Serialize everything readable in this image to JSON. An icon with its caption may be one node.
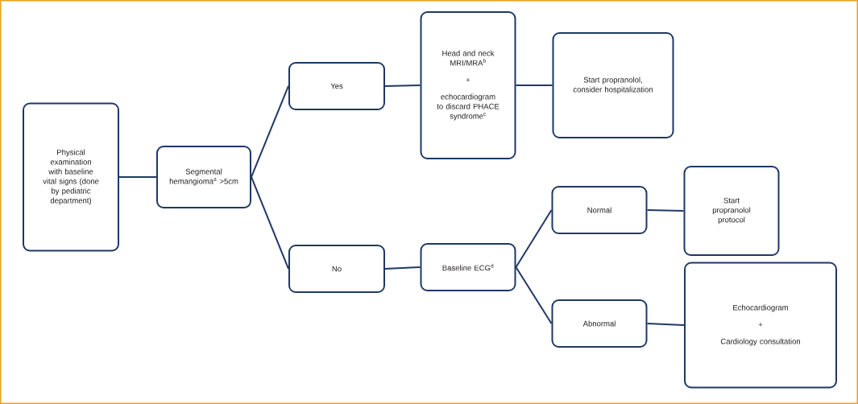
{
  "diagram": {
    "nodes": [
      {
        "text": [
          "Physical examination with baseline vital signs (done by pediatric department)"
        ]
      },
      {
        "text": [
          "Segmental hemangioma$^{a}$ >5cm"
        ]
      },
      {
        "text": [
          "Yes"
        ]
      },
      {
        "text": [
          "No"
        ]
      },
      {
        "text": [
          "Head and neck MRI/MRA$^{b}$",
          "+",
          "echocardiogram to discard PHACE syndrome$^{c}$"
        ]
      },
      {
        "text": [
          "Start propranolol, consider hospitalization"
        ]
      },
      {
        "text": [
          "Baseline ECG$^{d}$"
        ]
      },
      {
        "text": [
          "Normal"
        ]
      },
      {
        "text": [
          "Start propranolol protocol"
        ]
      },
      {
        "text": [
          "Abnormal"
        ]
      },
      {
        "text": [
          "Echocardiogram",
          "+",
          "Cardiology consultation"
        ]
      }
    ],
    "edges": [
      {
        "from": 0,
        "to": 1,
        "arrow": "none"
      },
      {
        "from": 1,
        "to": 2,
        "arrow": "none"
      },
      {
        "from": 1,
        "to": 3,
        "arrow": "none"
      },
      {
        "from": 2,
        "to": 4,
        "arrow": "none"
      },
      {
        "from": 4,
        "to": 5,
        "arrow": "none"
      },
      {
        "from": 3,
        "to": 6,
        "arrow": "none"
      },
      {
        "from": 6,
        "to": 7,
        "arrow": "none"
      },
      {
        "from": 6,
        "to": 9,
        "arrow": "none"
      },
      {
        "from": 7,
        "to": 8,
        "arrow": "none"
      },
      {
        "from": 9,
        "to": 10,
        "arrow": "none"
      }
    ]
  }
}
